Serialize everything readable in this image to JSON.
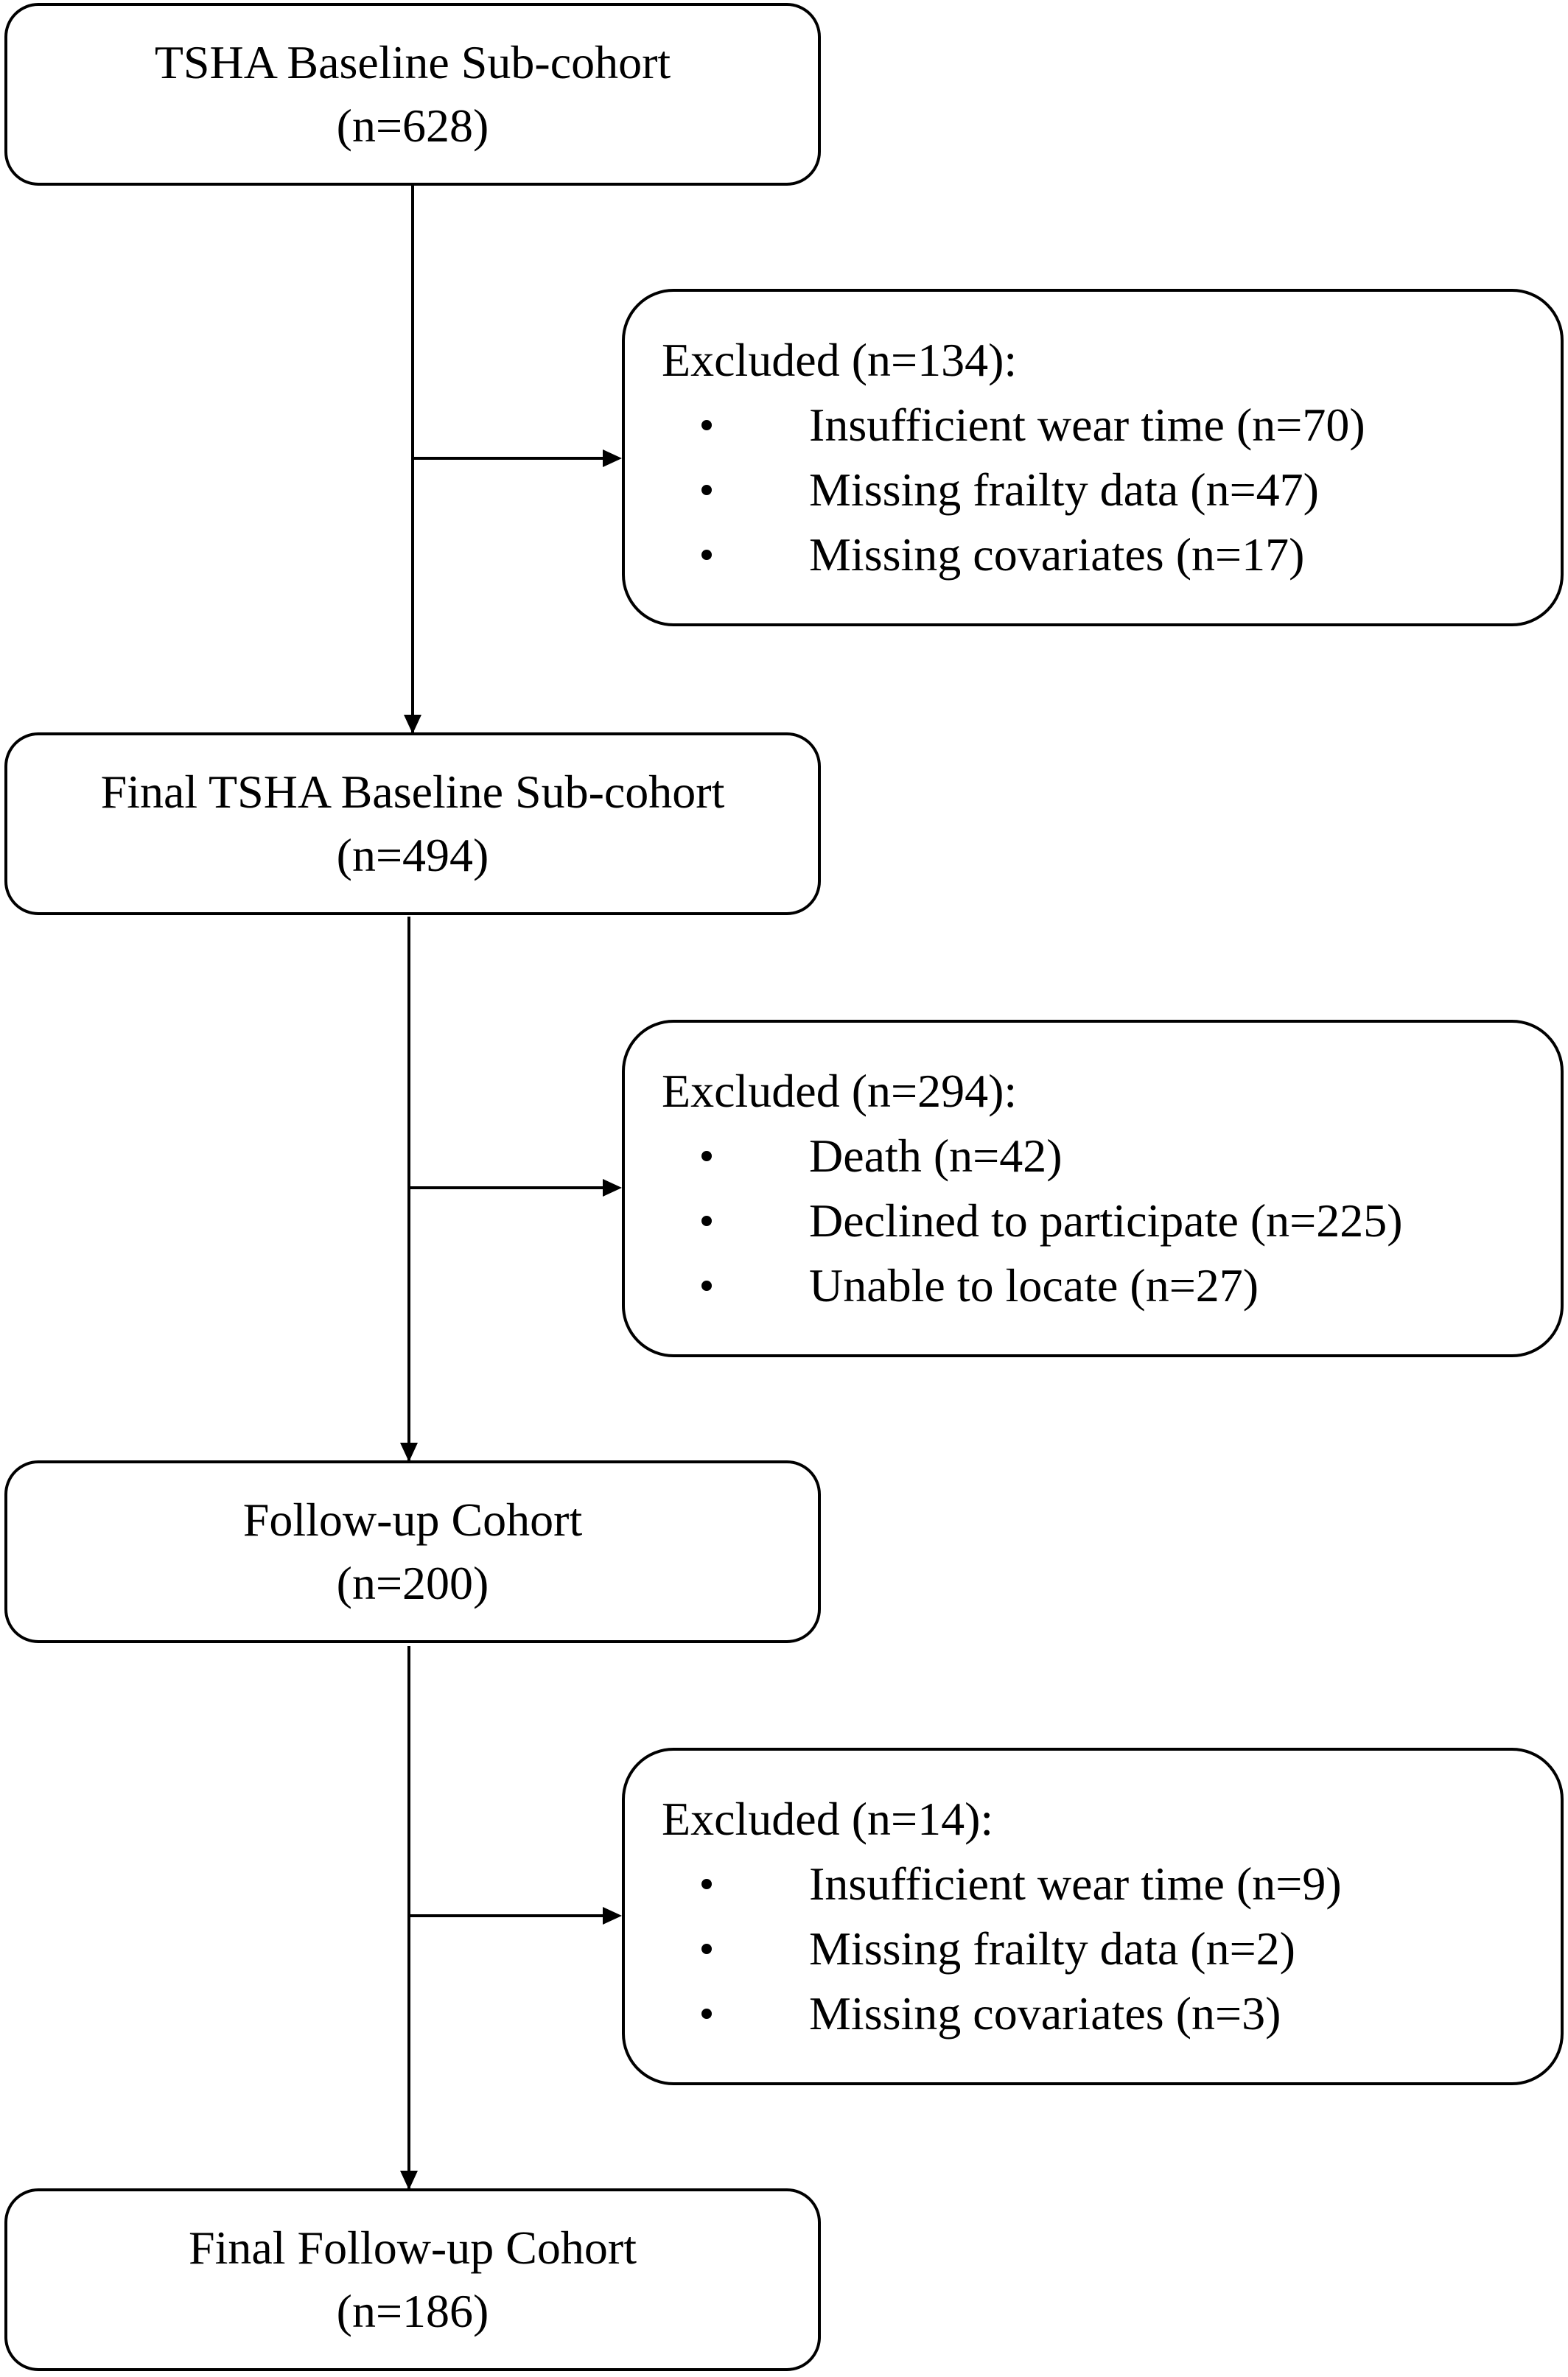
{
  "flowchart": {
    "main_boxes": [
      {
        "title": "TSHA Baseline Sub-cohort",
        "count": "(n=628)"
      },
      {
        "title": "Final TSHA Baseline Sub-cohort",
        "count": "(n=494)"
      },
      {
        "title": "Follow-up Cohort",
        "count": "(n=200)"
      },
      {
        "title": "Final Follow-up Cohort",
        "count": "(n=186)"
      }
    ],
    "exclusions": [
      {
        "title": "Excluded (n=134):",
        "items": [
          "Insufficient wear time (n=70)",
          "Missing frailty data (n=47)",
          "Missing covariates (n=17)"
        ]
      },
      {
        "title": "Excluded (n=294):",
        "items": [
          "Death (n=42)",
          "Declined to participate (n=225)",
          "Unable to locate (n=27)"
        ]
      },
      {
        "title": "Excluded (n=14):",
        "items": [
          "Insufficient wear time (n=9)",
          "Missing frailty data (n=2)",
          "Missing covariates (n=3)"
        ]
      }
    ]
  }
}
